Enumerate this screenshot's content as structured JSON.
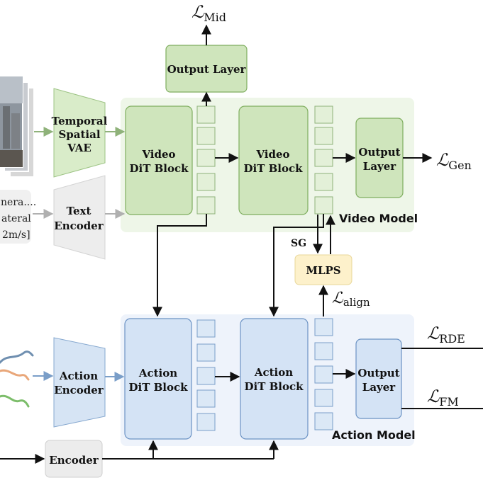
{
  "losses": {
    "mid": "Mid",
    "gen": "Gen",
    "align": "align",
    "rde": "RDE",
    "fm": "FM",
    "symbol": "ℒ"
  },
  "video_side": {
    "output_layer_top": "Output Layer",
    "vae": [
      "Temporal",
      "Spatial",
      "VAE"
    ],
    "text_encoder": [
      "Text",
      "Encoder"
    ],
    "dit_block_1": [
      "Video",
      "DiT Block"
    ],
    "dit_block_2": [
      "Video",
      "DiT Block"
    ],
    "output_layer_right": [
      "Output",
      "Layer"
    ],
    "model_label": "Video Model",
    "prompt_text": [
      "nera....",
      "ateral",
      "2m/s]"
    ]
  },
  "mid_section": {
    "sg": "SG",
    "mlps": "MLPS"
  },
  "action_side": {
    "action_encoder": [
      "Action",
      "Encoder"
    ],
    "dit_block_1": [
      "Action",
      "DiT Block"
    ],
    "dit_block_2": [
      "Action",
      "DiT Block"
    ],
    "output_layer": [
      "Output",
      "Layer"
    ],
    "model_label": "Action Model",
    "encoder": "Encoder"
  },
  "colors": {
    "green_fill": "#cfe5bc",
    "green_stroke": "#7fae5f",
    "green_bg": "#eef6e8",
    "blue_fill": "#d4e3f5",
    "blue_stroke": "#6c93c4",
    "blue_bg": "#eef3fb",
    "yellow_fill": "#fdf1cb",
    "gray_fill": "#ececec"
  }
}
